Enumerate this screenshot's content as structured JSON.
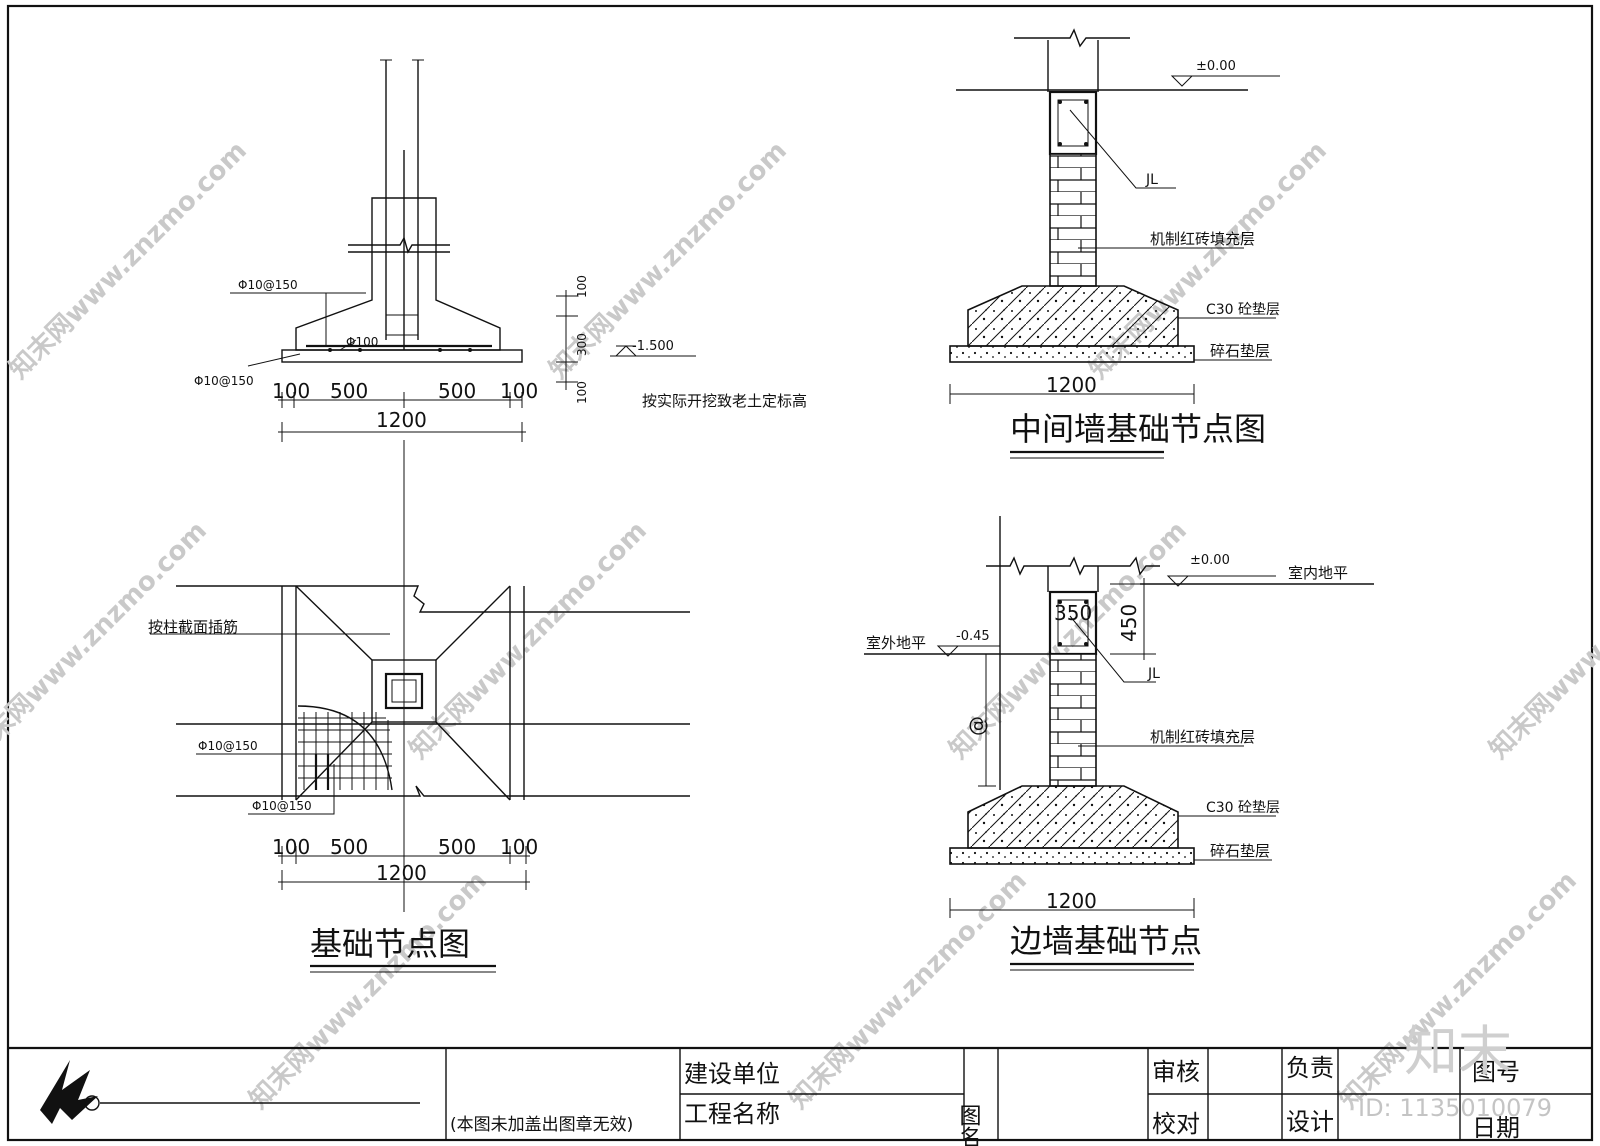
{
  "watermark": {
    "text": "知末网www.znzmo.com",
    "logo": "知末",
    "id": "ID: 1135010079"
  },
  "footing_detail": {
    "title": "基础节点图",
    "rebar_top": "Φ10@150",
    "rebar_bottom": "Φ10@150",
    "rebar_inner": "Φ100",
    "dims": [
      "100",
      "500",
      "500",
      "100"
    ],
    "total": "1200",
    "side_dims": [
      "100",
      "300",
      "100"
    ],
    "elevation": "-1.500",
    "elev_note": "按实际开挖致老土定标高",
    "plan_note": "按柱截面插筋",
    "plan_rebar_1": "Φ10@150",
    "plan_rebar_2": "Φ10@150",
    "plan_dims": [
      "100",
      "500",
      "500",
      "100"
    ],
    "plan_total": "1200"
  },
  "middle_wall": {
    "title": "中间墙基础节点图",
    "elevation": "±0.00",
    "labels": [
      "JL",
      "机制红砖填充层",
      "C30 砼垫层",
      "碎石垫层"
    ],
    "width": "1200"
  },
  "edge_wall": {
    "title": "边墙基础节点",
    "elevation": "±0.00",
    "indoor": "室内地平",
    "outdoor": "室外地平",
    "outdoor_elev": "-0.45",
    "beam_w": "350",
    "beam_h": "450",
    "labels": [
      "JL",
      "机制红砖填充层",
      "C30 砼垫层",
      "碎石垫层"
    ],
    "depth": "@",
    "width": "1200"
  },
  "title_block": {
    "notice": "(本图未加盖出图章无效)",
    "client": "建设单位",
    "project": "工程名称",
    "drawing_name": "图名",
    "review": "审核",
    "check": "校对",
    "responsible": "负责",
    "design": "设计",
    "drawing_no": "图号",
    "date": "日期"
  }
}
